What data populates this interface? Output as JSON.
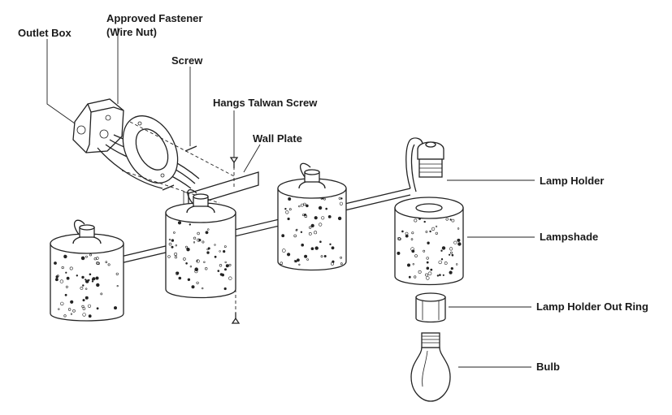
{
  "labels": {
    "outlet_box": "Outlet Box",
    "approved_fastener_line1": "Approved Fastener",
    "approved_fastener_line2": "(Wire Nut)",
    "screw": "Screw",
    "hangs_screw": "Hangs Talwan Screw",
    "wall_plate": "Wall Plate",
    "lamp_holder": "Lamp Holder",
    "lampshade": "Lampshade",
    "lamp_holder_out_ring": "Lamp Holder Out Ring",
    "bulb": "Bulb"
  }
}
